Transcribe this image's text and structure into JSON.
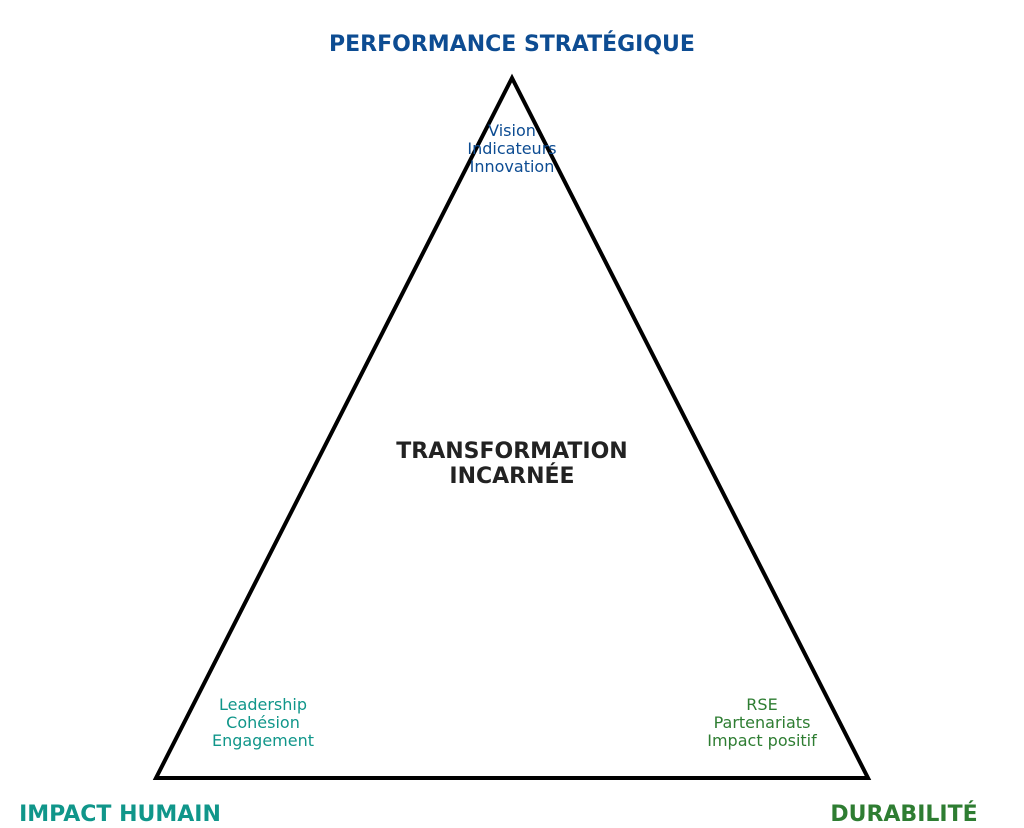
{
  "center": {
    "line1": "TRANSFORMATION",
    "line2": "INCARNÉE"
  },
  "vertices": {
    "top": {
      "title": "PERFORMANCE STRATÉGIQUE",
      "items": [
        "Vision",
        "Indicateurs",
        "Innovation"
      ],
      "color": "#0d4c92"
    },
    "bottom_left": {
      "title": "IMPACT HUMAIN",
      "items": [
        "Leadership",
        "Cohésion",
        "Engagement"
      ],
      "color": "#10968a"
    },
    "bottom_right": {
      "title": "DURABILITÉ",
      "items": [
        "RSE",
        "Partenariats",
        "Impact positif"
      ],
      "color": "#2e7d32"
    }
  }
}
